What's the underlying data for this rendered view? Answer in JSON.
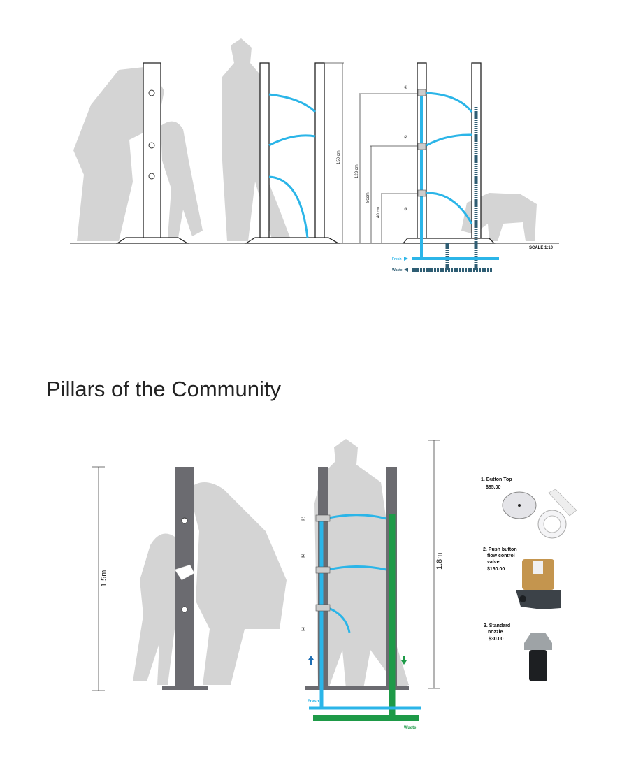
{
  "top_diagram": {
    "dim_150": "150 cm",
    "dim_123": "123 cm",
    "dim_80": "80cm",
    "dim_40": "40 cm",
    "markers": [
      "①",
      "②",
      "③"
    ],
    "scale": "SCALE 1:10",
    "fresh": "Fresh",
    "waste": "Waste"
  },
  "title": "Pillars of the Community",
  "bottom_diagram": {
    "dim_left": "1.5m",
    "dim_right": "1.8m",
    "markers": [
      "①",
      "②",
      "③"
    ],
    "fresh": "Fresh",
    "waste": "Waste"
  },
  "parts": [
    {
      "name": "1. Button Top",
      "price": "$85.00"
    },
    {
      "name_lines": [
        "2. Push button",
        "flow control",
        "valve"
      ],
      "price": "$160.00"
    },
    {
      "name_lines": [
        "3. Standard",
        "nozzle"
      ],
      "price": "$30.00"
    }
  ],
  "colors": {
    "fresh": "#2bb5e8",
    "waste_top": "#2f5d73",
    "waste_bottom": "#1e9a48",
    "pillar_dark": "#6b6b70"
  }
}
